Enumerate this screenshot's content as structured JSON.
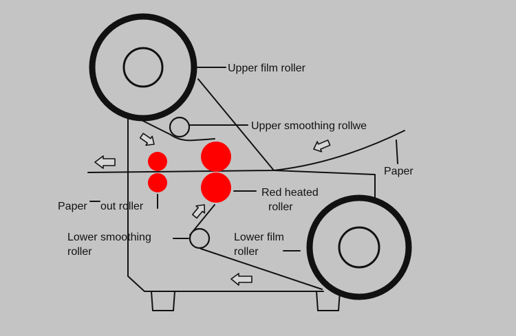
{
  "labels": {
    "upper_film_roller": "Upper film roller",
    "upper_smoothing_roller": "Upper smoothing rollwe",
    "paper": "Paper",
    "red_heated_roller_line1": "Red heated",
    "red_heated_roller_line2": "roller",
    "paper_out_roller_part1": "Paper",
    "paper_out_roller_part2": "out roller",
    "lower_smoothing_roller_line1": "Lower smoothing",
    "lower_smoothing_roller_line2": "roller",
    "lower_film_roller_line1": "Lower film",
    "lower_film_roller_line2": "roller"
  },
  "colors": {
    "background": "#c4c4c4",
    "outline": "#111111",
    "heated_roller": "#ff0000",
    "arrow_fill": "#d6d6d6"
  }
}
